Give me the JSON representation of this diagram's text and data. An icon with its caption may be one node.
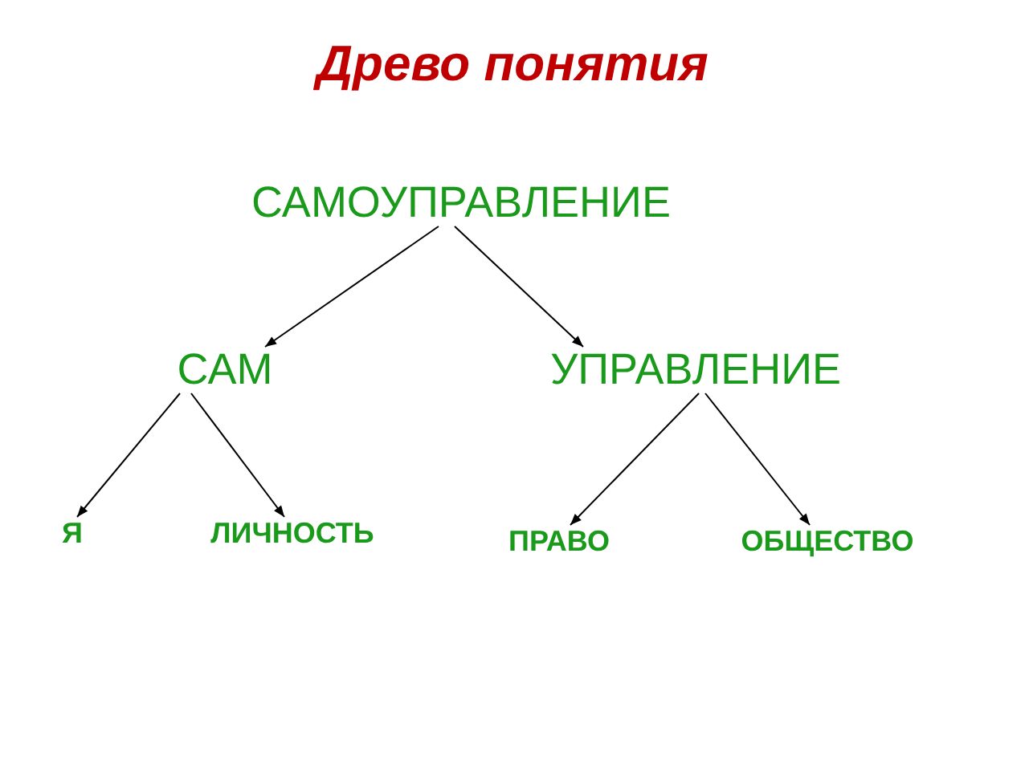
{
  "diagram": {
    "title": "Древо понятия",
    "nodes": [
      {
        "text": [
          "САМОУПРАВЛЕНИЕ"
        ]
      },
      {
        "text": [
          "САМ"
        ]
      },
      {
        "text": [
          "УПРАВЛЕНИЕ"
        ]
      },
      {
        "text": [
          "Я"
        ]
      },
      {
        "text": [
          "ЛИЧНОСТЬ"
        ]
      },
      {
        "text": [
          "ПРАВО"
        ]
      },
      {
        "text": [
          "ОБЩЕСТВО"
        ]
      }
    ],
    "edges": [
      {
        "from": 0,
        "to": 1,
        "arrow": "to"
      },
      {
        "from": 0,
        "to": 2,
        "arrow": "to"
      },
      {
        "from": 1,
        "to": 3,
        "arrow": "to"
      },
      {
        "from": 1,
        "to": 4,
        "arrow": "to"
      },
      {
        "from": 2,
        "to": 5,
        "arrow": "to"
      },
      {
        "from": 2,
        "to": 6,
        "arrow": "to"
      }
    ]
  }
}
